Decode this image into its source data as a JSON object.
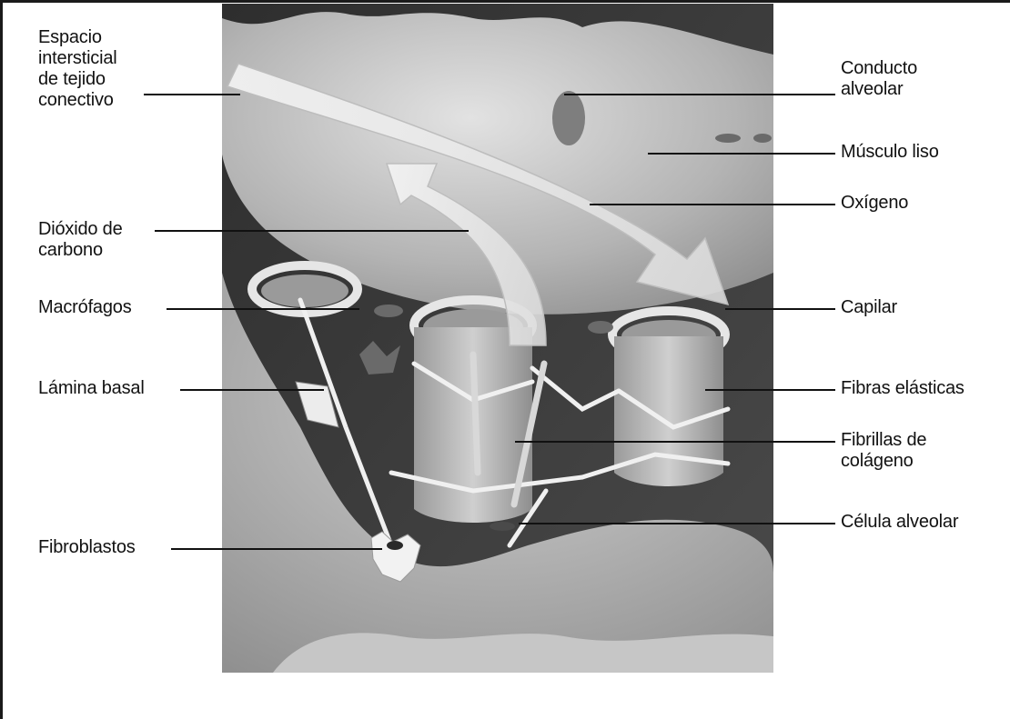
{
  "colors": {
    "ink": "#111111",
    "background_dark": "#3a3a3a",
    "tissue_light": "#d8d8d8",
    "tissue_mid": "#a8a8a8",
    "arrow": "#eeeeee"
  },
  "labels": {
    "espacio": [
      "Espacio",
      "intersticial",
      "de tejido",
      "conectivo"
    ],
    "dioxido": [
      "Dióxido de",
      "carbono"
    ],
    "macrofagos": [
      "Macrófagos"
    ],
    "lamina": [
      "Lámina basal"
    ],
    "fibroblastos": [
      "Fibroblastos"
    ],
    "conducto": [
      "Conducto",
      "alveolar"
    ],
    "musculo": [
      "Músculo liso"
    ],
    "oxigeno": [
      "Oxígeno"
    ],
    "capilar": [
      "Capilar"
    ],
    "fibras": [
      "Fibras elásticas"
    ],
    "fibrillas": [
      "Fibrillas de",
      "colágeno"
    ],
    "celula": [
      "Célula alveolar"
    ]
  }
}
